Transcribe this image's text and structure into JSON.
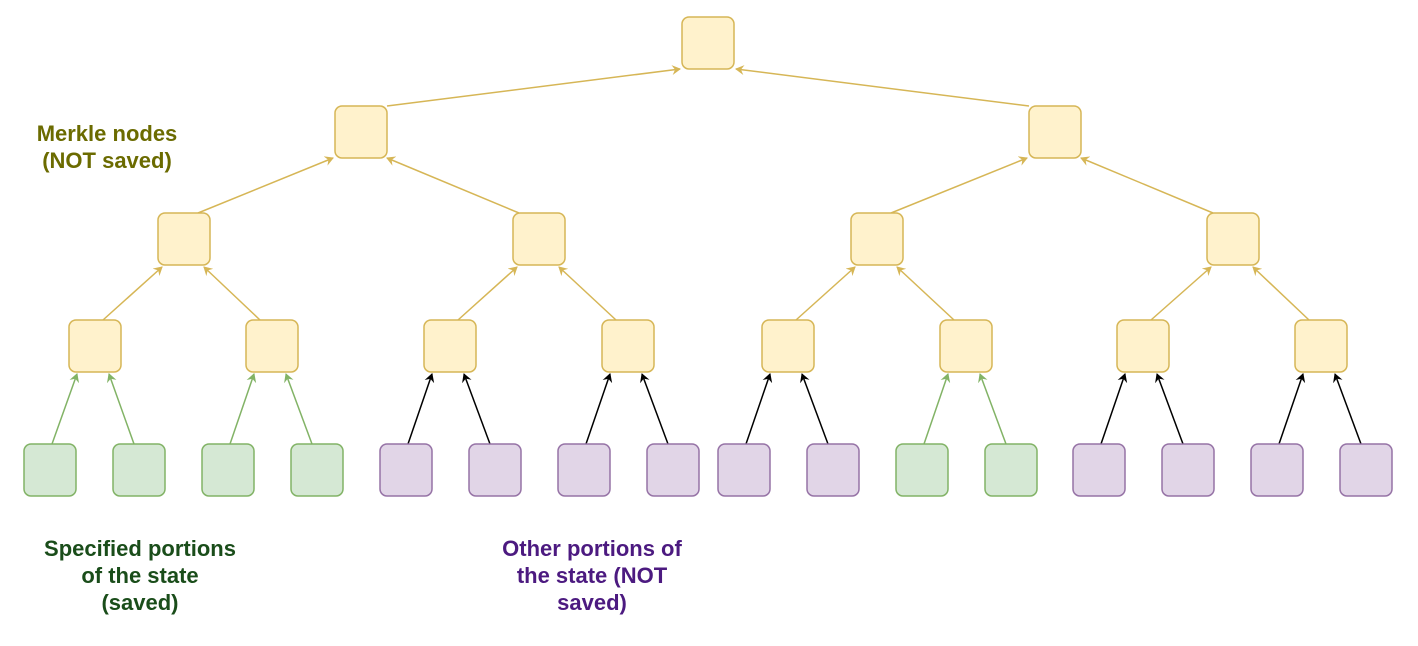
{
  "colors": {
    "merkle_fill": "#fff2cc",
    "merkle_stroke": "#d6b656",
    "saved_fill": "#d5e8d4",
    "saved_stroke": "#82b366",
    "unsaved_fill": "#e1d5e7",
    "unsaved_stroke": "#9673a6",
    "merkle_text": "#6b6b00",
    "saved_text": "#1a4d1a",
    "unsaved_text": "#4c1a80",
    "edge_black": "#000000"
  },
  "labels": {
    "merkle_nodes": {
      "line1": "Merkle nodes",
      "line2": "(NOT saved)"
    },
    "specified_portions": {
      "line1": "Specified portions",
      "line2": "of the state",
      "line3": "(saved)"
    },
    "other_portions": {
      "line1": "Other portions of",
      "line2": "the state (NOT",
      "line3": "saved)"
    }
  },
  "leaves": [
    "saved",
    "saved",
    "saved",
    "saved",
    "unsaved",
    "unsaved",
    "unsaved",
    "unsaved",
    "unsaved",
    "unsaved",
    "saved",
    "saved",
    "unsaved",
    "unsaved",
    "unsaved",
    "unsaved"
  ]
}
